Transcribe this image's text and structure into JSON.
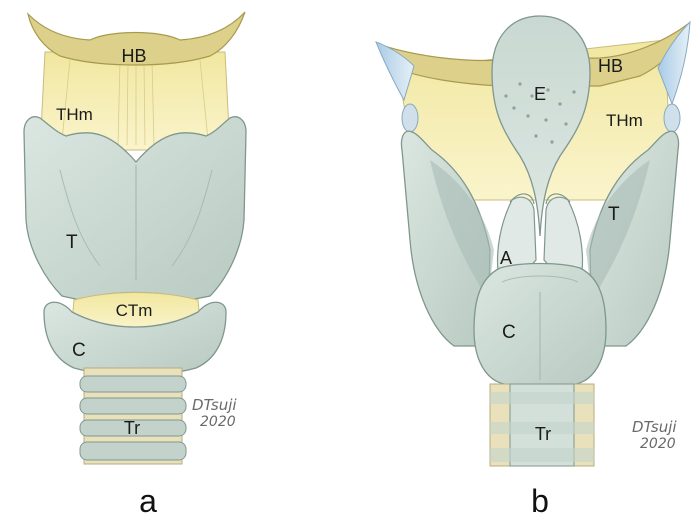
{
  "colors": {
    "cartilage": "#cfdcd6",
    "cartilage_dark": "#a9bdb5",
    "membrane": "#f6efb4",
    "hyoid": "#dcd08a",
    "ring_tan": "#e6ddb8",
    "accent_blue": "#b9d4ea",
    "outline": "#6e8a80"
  },
  "figure_a": {
    "hyoid_label": "HB",
    "thyrohyoid_label": "THm",
    "thyroid_label": "T",
    "cricothyroid_label": "CTm",
    "cricoid_label": "C",
    "trachea_label": "Tr",
    "signature_name": "DTsuji",
    "signature_year": "2020",
    "panel_letter": "a"
  },
  "figure_b": {
    "epiglottis_label": "E",
    "hyoid_label": "HB",
    "thyrohyoid_label": "THm",
    "thyroid_label": "T",
    "arytenoid_label": "A",
    "cricoid_label": "C",
    "trachea_label": "Tr",
    "signature_name": "DTsuji",
    "signature_year": "2020",
    "panel_letter": "b"
  }
}
